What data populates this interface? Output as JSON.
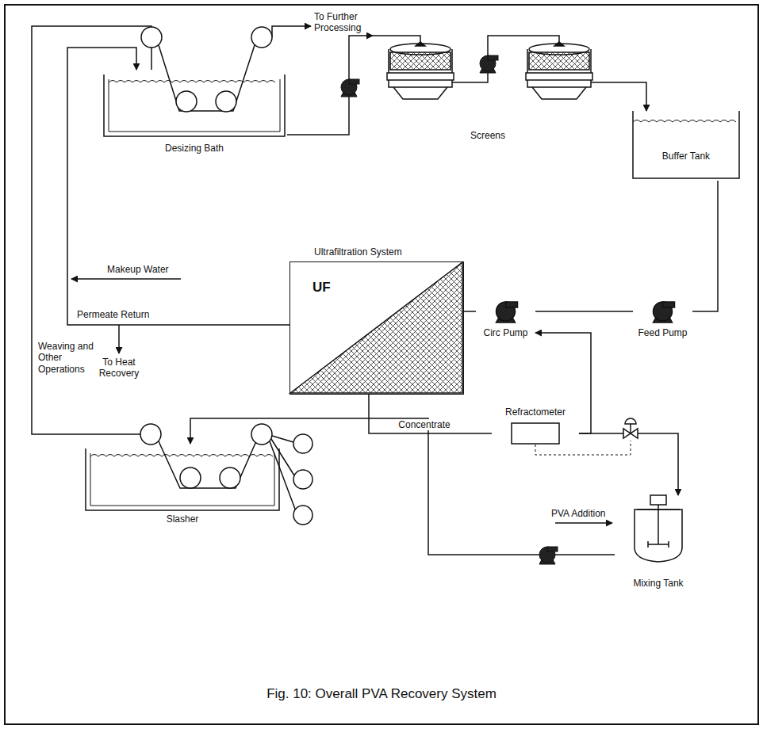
{
  "diagram": {
    "caption": "Fig. 10: Overall PVA Recovery System",
    "nodes": [
      {
        "text": [
          "Desizing Bath"
        ]
      },
      {
        "text": [
          "Screens"
        ]
      },
      {
        "text": [
          "Buffer Tank"
        ]
      },
      {
        "text": [
          "Ultrafiltration System",
          "UF"
        ]
      },
      {
        "text": [
          "Circ Pump"
        ]
      },
      {
        "text": [
          "Feed Pump"
        ]
      },
      {
        "text": [
          "Refractometer"
        ]
      },
      {
        "text": [
          "Mixing Tank"
        ]
      },
      {
        "text": [
          "Slasher"
        ]
      }
    ],
    "edges": [
      {
        "from": 0,
        "to": 1,
        "arrow": "to"
      },
      {
        "from": 1,
        "to": 2,
        "arrow": "to"
      },
      {
        "from": 2,
        "to": 5,
        "arrow": "none"
      },
      {
        "from": 5,
        "to": 4,
        "arrow": "none"
      },
      {
        "from": 4,
        "to": 3,
        "arrow": "none"
      },
      {
        "from": 3,
        "to": 6,
        "label": "Concentrate",
        "arrow": "none"
      },
      {
        "from": 6,
        "to": 4,
        "arrow": "to"
      },
      {
        "from": 6,
        "to": 7,
        "arrow": "to"
      },
      {
        "from": 7,
        "to": 8,
        "arrow": "to"
      },
      {
        "from": 3,
        "to": 0,
        "label": "Permeate Return",
        "arrow": "to"
      },
      {
        "from": 8,
        "to": 0,
        "label": "Weaving and Other Operations",
        "arrow": "none"
      }
    ],
    "labels": [
      "To Further Processing",
      "Makeup Water",
      "To Heat Recovery",
      "PVA Addition"
    ]
  }
}
